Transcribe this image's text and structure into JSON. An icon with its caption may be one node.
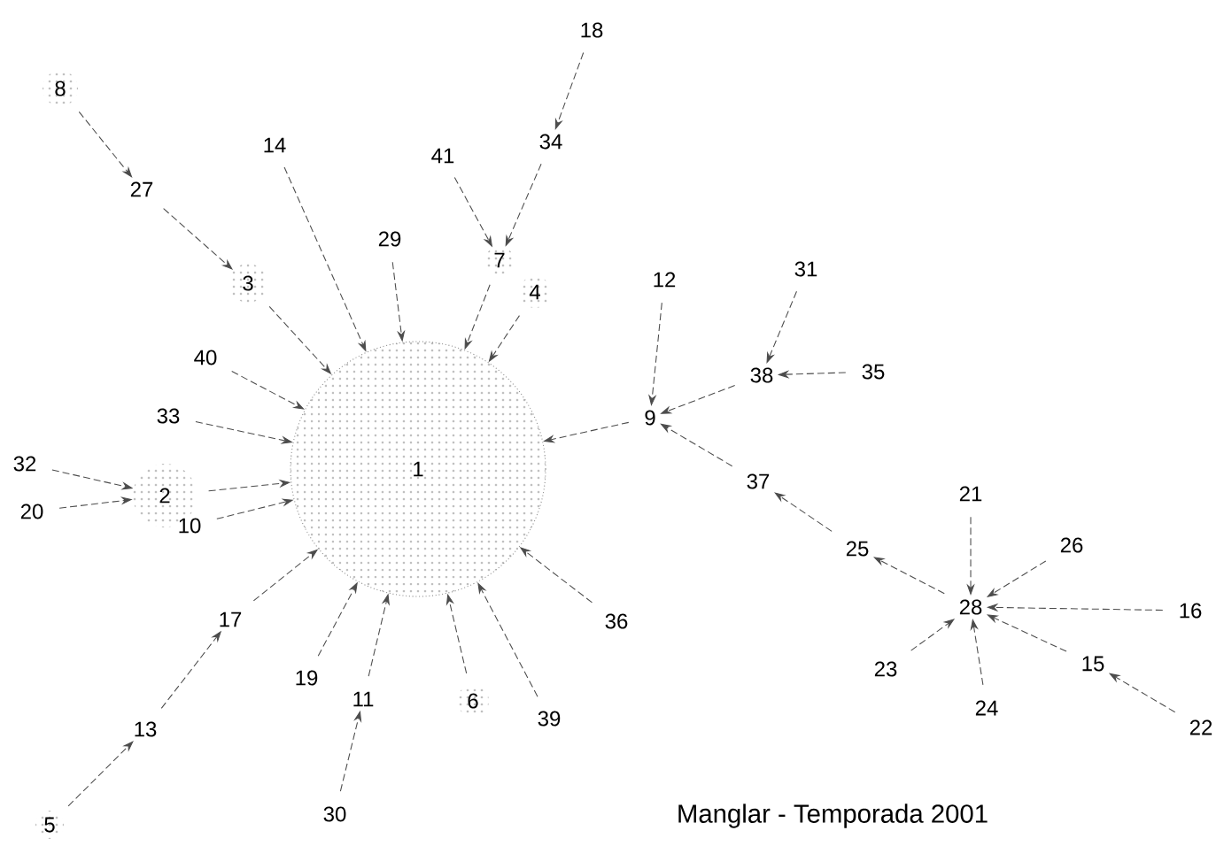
{
  "diagram": {
    "caption": "Manglar - Temporada 2001",
    "nodes": [
      {
        "text": [
          "1"
        ]
      },
      {
        "text": [
          "2"
        ]
      },
      {
        "text": [
          "3"
        ]
      },
      {
        "text": [
          "4"
        ]
      },
      {
        "text": [
          "5"
        ]
      },
      {
        "text": [
          "6"
        ]
      },
      {
        "text": [
          "7"
        ]
      },
      {
        "text": [
          "8"
        ]
      },
      {
        "text": [
          "9"
        ]
      },
      {
        "text": [
          "10"
        ]
      },
      {
        "text": [
          "11"
        ]
      },
      {
        "text": [
          "12"
        ]
      },
      {
        "text": [
          "13"
        ]
      },
      {
        "text": [
          "14"
        ]
      },
      {
        "text": [
          "15"
        ]
      },
      {
        "text": [
          "16"
        ]
      },
      {
        "text": [
          "17"
        ]
      },
      {
        "text": [
          "18"
        ]
      },
      {
        "text": [
          "19"
        ]
      },
      {
        "text": [
          "20"
        ]
      },
      {
        "text": [
          "21"
        ]
      },
      {
        "text": [
          "22"
        ]
      },
      {
        "text": [
          "23"
        ]
      },
      {
        "text": [
          "24"
        ]
      },
      {
        "text": [
          "25"
        ]
      },
      {
        "text": [
          "26"
        ]
      },
      {
        "text": [
          "27"
        ]
      },
      {
        "text": [
          "28"
        ]
      },
      {
        "text": [
          "29"
        ]
      },
      {
        "text": [
          "30"
        ]
      },
      {
        "text": [
          "31"
        ]
      },
      {
        "text": [
          "32"
        ]
      },
      {
        "text": [
          "33"
        ]
      },
      {
        "text": [
          "34"
        ]
      },
      {
        "text": [
          "35"
        ]
      },
      {
        "text": [
          "36"
        ]
      },
      {
        "text": [
          "37"
        ]
      },
      {
        "text": [
          "38"
        ]
      },
      {
        "text": [
          "39"
        ]
      },
      {
        "text": [
          "40"
        ]
      },
      {
        "text": [
          "41"
        ]
      }
    ],
    "edges": [
      {
        "from": 4,
        "to": 12,
        "arrow": "to"
      },
      {
        "from": 12,
        "to": 16,
        "arrow": "to"
      },
      {
        "from": 16,
        "to": 0,
        "arrow": "to"
      },
      {
        "from": 29,
        "to": 10,
        "arrow": "to"
      },
      {
        "from": 10,
        "to": 0,
        "arrow": "to"
      },
      {
        "from": 7,
        "to": 26,
        "arrow": "to"
      },
      {
        "from": 26,
        "to": 2,
        "arrow": "to"
      },
      {
        "from": 2,
        "to": 0,
        "arrow": "to"
      },
      {
        "from": 17,
        "to": 33,
        "arrow": "to"
      },
      {
        "from": 33,
        "to": 6,
        "arrow": "to"
      },
      {
        "from": 40,
        "to": 6,
        "arrow": "to"
      },
      {
        "from": 6,
        "to": 0,
        "arrow": "to"
      },
      {
        "from": 31,
        "to": 1,
        "arrow": "to"
      },
      {
        "from": 19,
        "to": 1,
        "arrow": "to"
      },
      {
        "from": 1,
        "to": 0,
        "arrow": "to"
      },
      {
        "from": 13,
        "to": 0,
        "arrow": "to"
      },
      {
        "from": 28,
        "to": 0,
        "arrow": "to"
      },
      {
        "from": 3,
        "to": 0,
        "arrow": "to"
      },
      {
        "from": 39,
        "to": 0,
        "arrow": "to"
      },
      {
        "from": 32,
        "to": 0,
        "arrow": "to"
      },
      {
        "from": 9,
        "to": 0,
        "arrow": "to"
      },
      {
        "from": 18,
        "to": 0,
        "arrow": "to"
      },
      {
        "from": 5,
        "to": 0,
        "arrow": "to"
      },
      {
        "from": 38,
        "to": 0,
        "arrow": "to"
      },
      {
        "from": 35,
        "to": 0,
        "arrow": "to"
      },
      {
        "from": 8,
        "to": 0,
        "arrow": "to"
      },
      {
        "from": 11,
        "to": 8,
        "arrow": "to"
      },
      {
        "from": 37,
        "to": 8,
        "arrow": "to"
      },
      {
        "from": 30,
        "to": 37,
        "arrow": "to"
      },
      {
        "from": 34,
        "to": 37,
        "arrow": "to"
      },
      {
        "from": 36,
        "to": 8,
        "arrow": "to"
      },
      {
        "from": 24,
        "to": 36,
        "arrow": "to"
      },
      {
        "from": 27,
        "to": 24,
        "arrow": "to"
      },
      {
        "from": 20,
        "to": 27,
        "arrow": "to"
      },
      {
        "from": 25,
        "to": 27,
        "arrow": "to"
      },
      {
        "from": 15,
        "to": 27,
        "arrow": "to"
      },
      {
        "from": 22,
        "to": 27,
        "arrow": "to"
      },
      {
        "from": 23,
        "to": 27,
        "arrow": "to"
      },
      {
        "from": 14,
        "to": 27,
        "arrow": "to"
      },
      {
        "from": 21,
        "to": 14,
        "arrow": "to"
      }
    ]
  }
}
